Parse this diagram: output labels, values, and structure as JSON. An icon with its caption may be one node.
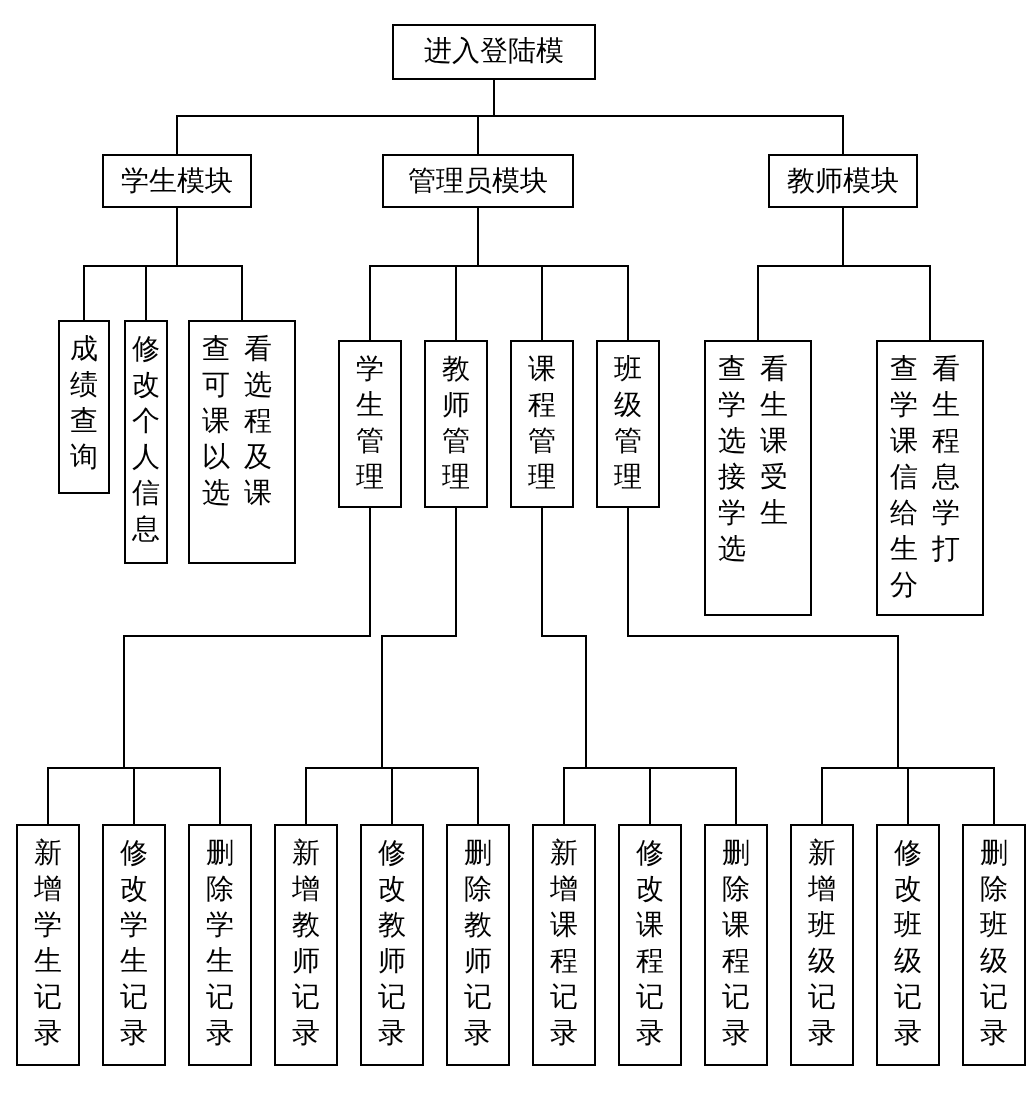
{
  "diagram": {
    "nodes": [
      {
        "text": [
          "进入登陆模"
        ]
      },
      {
        "text": [
          "学生模块"
        ]
      },
      {
        "text": [
          "管理员模块"
        ]
      },
      {
        "text": [
          "教师模块"
        ]
      },
      {
        "text": [
          "成绩查询"
        ]
      },
      {
        "text": [
          "修改个人信息"
        ]
      },
      {
        "text": [
          "查看可选课程以及选课"
        ]
      },
      {
        "text": [
          "学生管理"
        ]
      },
      {
        "text": [
          "教师管理"
        ]
      },
      {
        "text": [
          "课程管理"
        ]
      },
      {
        "text": [
          "班级管理"
        ]
      },
      {
        "text": [
          "查看学生选课接受学生选"
        ]
      },
      {
        "text": [
          "查看学生课程信息给学生打分"
        ]
      },
      {
        "text": [
          "新增学生记录"
        ]
      },
      {
        "text": [
          "修改学生记录"
        ]
      },
      {
        "text": [
          "删除学生记录"
        ]
      },
      {
        "text": [
          "新增教师记录"
        ]
      },
      {
        "text": [
          "修改教师记录"
        ]
      },
      {
        "text": [
          "删除教师记录"
        ]
      },
      {
        "text": [
          "新增课程记录"
        ]
      },
      {
        "text": [
          "修改课程记录"
        ]
      },
      {
        "text": [
          "删除课程记录"
        ]
      },
      {
        "text": [
          "新增班级记录"
        ]
      },
      {
        "text": [
          "修改班级记录"
        ]
      },
      {
        "text": [
          "删除班级记录"
        ]
      }
    ],
    "edges": [
      {
        "from": 0,
        "to": 1,
        "arrow": "none"
      },
      {
        "from": 0,
        "to": 2,
        "arrow": "none"
      },
      {
        "from": 0,
        "to": 3,
        "arrow": "none"
      },
      {
        "from": 1,
        "to": 4,
        "arrow": "none"
      },
      {
        "from": 1,
        "to": 5,
        "arrow": "none"
      },
      {
        "from": 1,
        "to": 6,
        "arrow": "none"
      },
      {
        "from": 2,
        "to": 7,
        "arrow": "none"
      },
      {
        "from": 2,
        "to": 8,
        "arrow": "none"
      },
      {
        "from": 2,
        "to": 9,
        "arrow": "none"
      },
      {
        "from": 2,
        "to": 10,
        "arrow": "none"
      },
      {
        "from": 3,
        "to": 11,
        "arrow": "none"
      },
      {
        "from": 3,
        "to": 12,
        "arrow": "none"
      },
      {
        "from": 7,
        "to": 13,
        "arrow": "none"
      },
      {
        "from": 7,
        "to": 14,
        "arrow": "none"
      },
      {
        "from": 7,
        "to": 15,
        "arrow": "none"
      },
      {
        "from": 8,
        "to": 16,
        "arrow": "none"
      },
      {
        "from": 8,
        "to": 17,
        "arrow": "none"
      },
      {
        "from": 8,
        "to": 18,
        "arrow": "none"
      },
      {
        "from": 9,
        "to": 19,
        "arrow": "none"
      },
      {
        "from": 9,
        "to": 20,
        "arrow": "none"
      },
      {
        "from": 9,
        "to": 21,
        "arrow": "none"
      },
      {
        "from": 10,
        "to": 22,
        "arrow": "none"
      },
      {
        "from": 10,
        "to": 23,
        "arrow": "none"
      },
      {
        "from": 10,
        "to": 24,
        "arrow": "none"
      }
    ]
  }
}
